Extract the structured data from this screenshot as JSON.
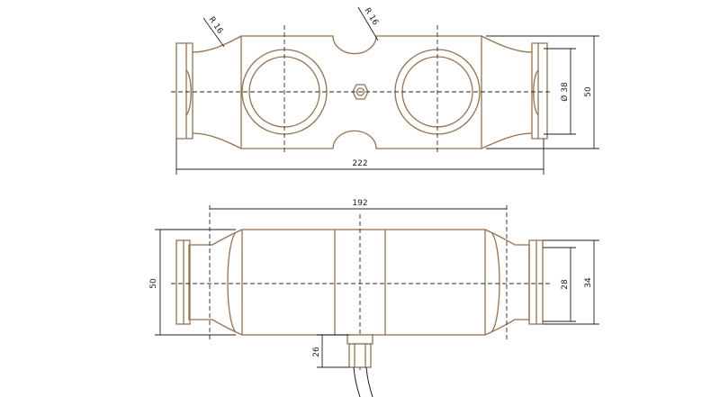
{
  "diagram": {
    "top_view": {
      "radius_left_label": "R 16",
      "radius_right_label": "R 16",
      "bore_diameter_label": "Ø 38",
      "height_label": "50",
      "overall_length_label": "222"
    },
    "side_view": {
      "pin_span_label": "192",
      "height_label": "50",
      "inner_end_label": "28",
      "outer_end_label": "34",
      "cable_offset_label": "26"
    },
    "colors": {
      "outline": "#9c6f4a",
      "dimension": "#1f1f1f",
      "centerline": "#2b2b2b",
      "background": "#ffffff"
    }
  }
}
